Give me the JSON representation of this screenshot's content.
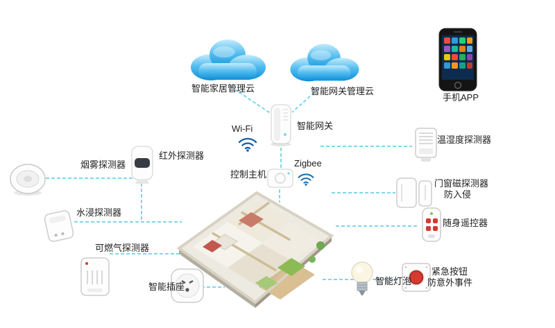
{
  "clouds": {
    "home_label": "智能家居管理云",
    "gateway_label": "智能网关管理云"
  },
  "phone": {
    "label": "手机APP"
  },
  "gateway": {
    "name_label": "智能网关",
    "wifi_label": "Wi-Fi"
  },
  "controller": {
    "name_label": "控制主机",
    "zigbee_label": "Zigbee"
  },
  "left_devices": [
    {
      "id": "smoke-detector",
      "label": "烟雾探测器"
    },
    {
      "id": "infrared-detector",
      "label": "红外探测器"
    },
    {
      "id": "water-leak-detector",
      "label": "水浸探测器"
    },
    {
      "id": "gas-detector",
      "label": "可燃气探测器"
    },
    {
      "id": "smart-socket",
      "label": "智能插座"
    }
  ],
  "right_devices": [
    {
      "id": "temp-humidity-detector",
      "label": "温湿度探测器"
    },
    {
      "id": "door-window-detector",
      "label": "门窗磁探测器",
      "sublabel": "防入侵"
    },
    {
      "id": "portable-remote",
      "label": "随身遥控器"
    },
    {
      "id": "emergency-button",
      "label": "紧急按钮",
      "sublabel": "防意外事件"
    },
    {
      "id": "smart-bulb",
      "label": "智能灯泡"
    }
  ],
  "colors": {
    "connector_line": "#7fd6e8",
    "cloud_blue": "#189bdd",
    "alert_red": "#d43a2f"
  }
}
